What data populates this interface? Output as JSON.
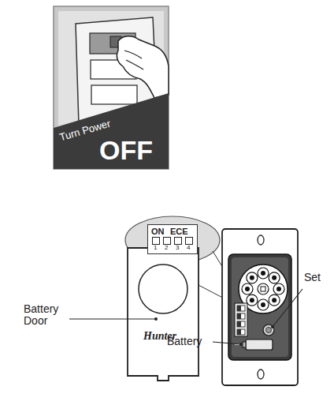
{
  "diagram": {
    "nodes": [
      {
        "text": [
          "Turn Power",
          "OFF"
        ]
      },
      {
        "text": [
          "ON",
          "ECE",
          "1",
          "2",
          "3",
          "4"
        ]
      }
    ],
    "labels": [
      "Battery Door",
      "Hunter",
      "Battery",
      "Set"
    ]
  }
}
